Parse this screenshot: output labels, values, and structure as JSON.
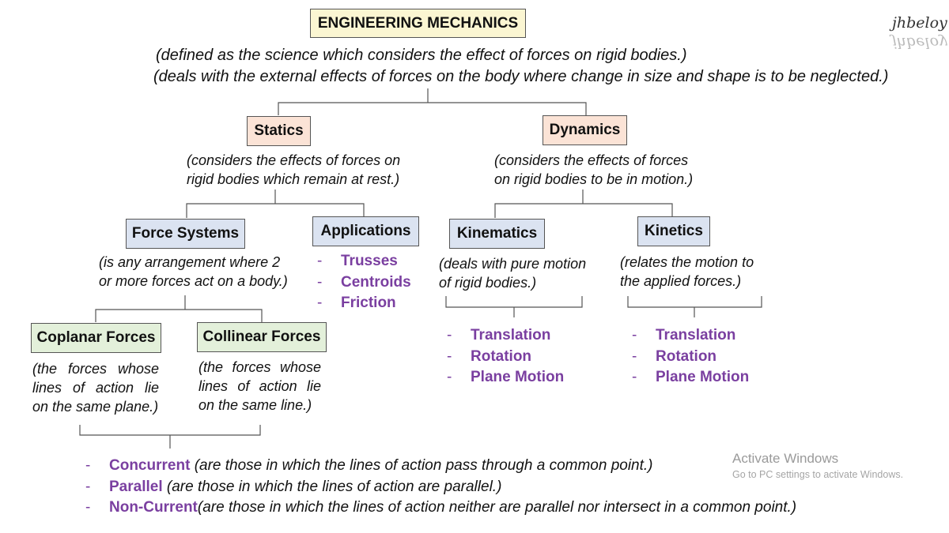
{
  "root": {
    "title": "ENGINEERING MECHANICS",
    "desc_1": "(defined as the science which considers the effect of forces on rigid bodies.)",
    "desc_2": "(deals with the external effects of forces on the body where change in size and shape is to be neglected.)"
  },
  "statics": {
    "title": "Statics",
    "desc_1": "(considers the effects of forces on",
    "desc_2": "rigid bodies which remain at rest.)"
  },
  "dynamics": {
    "title": "Dynamics",
    "desc_1": "(considers the effects of forces",
    "desc_2": "on rigid bodies to be in motion.)"
  },
  "force_systems": {
    "title": "Force Systems",
    "desc_1": "(is any arrangement where 2",
    "desc_2": "or more forces act on a body.)"
  },
  "applications": {
    "title": "Applications",
    "items": [
      "Trusses",
      "Centroids",
      "Friction"
    ]
  },
  "kinematics": {
    "title": "Kinematics",
    "desc_1": "(deals with pure motion",
    "desc_2": "of rigid bodies.)",
    "items": [
      "Translation",
      "Rotation",
      "Plane Motion"
    ]
  },
  "kinetics": {
    "title": "Kinetics",
    "desc_1": "(relates the motion to",
    "desc_2": "the applied forces.)",
    "items": [
      "Translation",
      "Rotation",
      "Plane Motion"
    ]
  },
  "coplanar": {
    "title": "Coplanar Forces",
    "desc": [
      "(the forces whose",
      "lines of action lie",
      "on the same plane.)"
    ]
  },
  "collinear": {
    "title": "Collinear Forces",
    "desc": [
      "(the forces whose",
      "lines of action lie",
      "on the same line.)"
    ]
  },
  "force_types": [
    {
      "term": "Concurrent",
      "note": "(are those in which the lines of action pass through a common point.)"
    },
    {
      "term": "Parallel",
      "note": "(are those in which the lines of action are parallel.)"
    },
    {
      "term": "Non-Current",
      "note": "(are those in which the lines of action neither are parallel nor intersect in a common point.)"
    }
  ],
  "dash": "-",
  "signature": "jhbeloy",
  "watermark": {
    "title": "Activate Windows",
    "subtitle": "Go to PC settings to activate Windows."
  },
  "colors": {
    "root_fill": "#fbf6d2",
    "statics_fill": "#fbe3d6",
    "dynamics_fill": "#fbe3d6",
    "blue_fill": "#dbe3f1",
    "green_fill": "#e3f0da",
    "accent_purple": "#7a3fa0"
  }
}
